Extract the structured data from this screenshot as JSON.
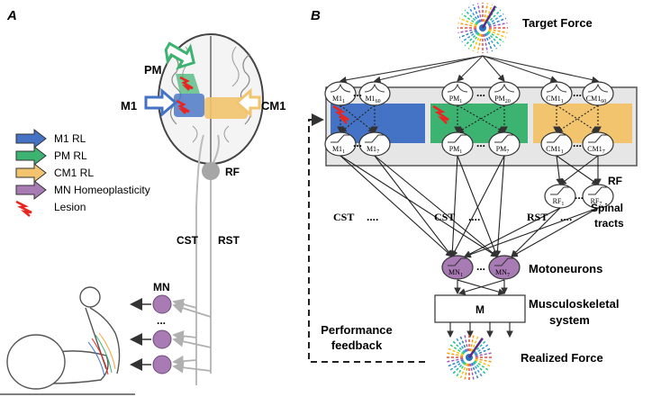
{
  "panel_a": {
    "letter": "A",
    "labels": {
      "pm": "PM",
      "m1": "M1",
      "cm1": "CM1",
      "rf": "RF",
      "cst": "CST",
      "rst": "RST",
      "mn": "MN",
      "dots": "..."
    },
    "legend": [
      {
        "label": "M1 RL",
        "color": "#4472c4"
      },
      {
        "label": "PM RL",
        "color": "#3cb371"
      },
      {
        "label": "CM1 RL",
        "color": "#f2c46d"
      },
      {
        "label": "MN Homeoplasticity",
        "color": "#a97bb5"
      },
      {
        "label": "Lesion",
        "color": "#e8261f"
      }
    ]
  },
  "panel_b": {
    "letter": "B",
    "target_force": "Target Force",
    "top_units": [
      {
        "base": "M1",
        "sub": "1"
      },
      {
        "base": "M1",
        "sub": "60"
      },
      {
        "base": "PM",
        "sub": "1"
      },
      {
        "base": "PM",
        "sub": "20"
      },
      {
        "base": "CM1",
        "sub": "1"
      },
      {
        "base": "CM1",
        "sub": "60"
      }
    ],
    "bottom_units": [
      {
        "base": "M1",
        "sub": "1"
      },
      {
        "base": "M1",
        "sub": "7"
      },
      {
        "base": "PM",
        "sub": "1"
      },
      {
        "base": "PM",
        "sub": "7"
      },
      {
        "base": "CM1",
        "sub": "1"
      },
      {
        "base": "CM1",
        "sub": "7"
      }
    ],
    "rf_units": [
      {
        "base": "RF",
        "sub": "1"
      },
      {
        "base": "RF",
        "sub": "7"
      }
    ],
    "rf_label": "RF",
    "tract_labels": [
      "CST",
      "CST",
      "RST"
    ],
    "spinal_tracts": [
      "Spinal",
      "tracts"
    ],
    "mn_units": [
      {
        "base": "MN",
        "sub": "1"
      },
      {
        "base": "MN",
        "sub": "7"
      }
    ],
    "motoneurons": "Motoneurons",
    "muscle_box": "M",
    "musculoskeletal": [
      "Musculoskeletal",
      "system"
    ],
    "performance_feedback": [
      "Performance",
      "feedback"
    ],
    "realized_force": "Realized Force",
    "dots": "....",
    "box_colors": {
      "m1": "#4472c4",
      "pm": "#3cb371",
      "cm1": "#f2c46d",
      "mn": "#a97bb5"
    }
  }
}
